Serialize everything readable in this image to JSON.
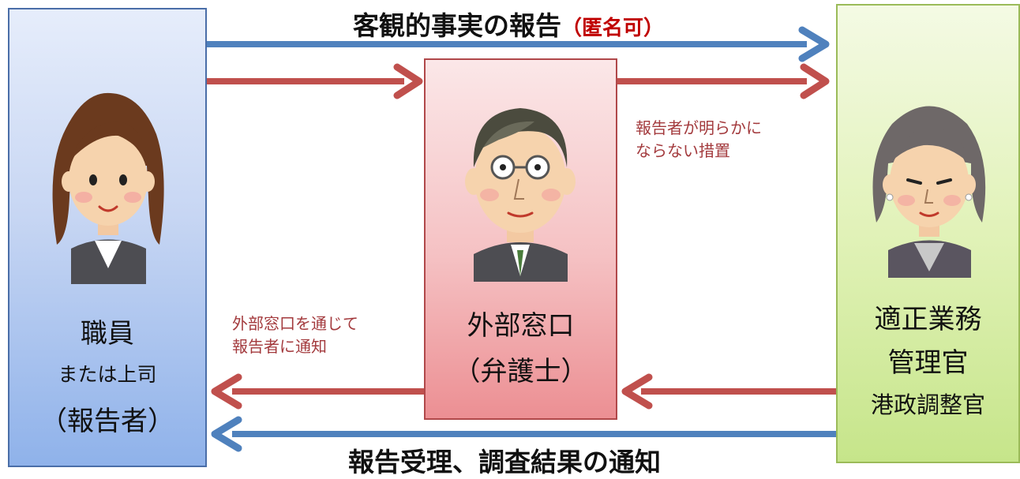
{
  "top_label": {
    "main": "客観的事実の報告",
    "accent": "（匿名可）"
  },
  "bottom_label": "報告受理、調査結果の通知",
  "left_box": {
    "name": "職員",
    "sub": "または上司",
    "role": "（報告者）"
  },
  "middle_box": {
    "name": "外部窓口",
    "role": "（弁護士）"
  },
  "right_box": {
    "line1": "適正業務",
    "line2": "管理官",
    "line3": "港政調整官"
  },
  "note_upper_right": "報告者が明らかに\nならない措置",
  "note_lower_left": "外部窓口を通じて\n報告者に通知",
  "colors": {
    "blue_arrow": "#4f81bd",
    "red_arrow": "#c0504d",
    "left_box_border": "#4a6ea8",
    "middle_box_border": "#b0484a",
    "right_box_border": "#9bbb59",
    "accent_text": "#c00000"
  },
  "icons": [
    "woman-employee-icon",
    "male-lawyer-icon",
    "woman-officer-icon"
  ]
}
